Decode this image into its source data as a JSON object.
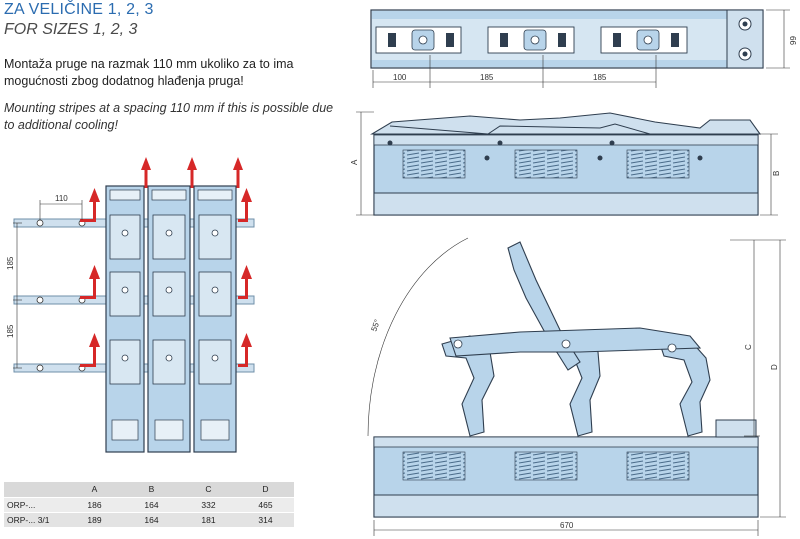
{
  "header": {
    "title_local": "ZA VELIČINE 1, 2, 3",
    "title_en": "FOR SIZES 1, 2, 3"
  },
  "description": {
    "local": "Montaža pruge na razmak 110 mm ukoliko za to ima mogućnosti zbog dodatnog hlađenja pruga!",
    "en": "Mounting stripes at a spacing 110 mm if this is possible due to additional cooling!"
  },
  "left_drawing": {
    "spacing_label": "110",
    "vertical_labels": [
      "185",
      "185"
    ]
  },
  "top_view": {
    "dims": [
      "100",
      "185",
      "185"
    ],
    "height_label": "99"
  },
  "side_view": {
    "labels": [
      "A",
      "B"
    ]
  },
  "open_view": {
    "angle_label": "55°",
    "labels": [
      "C",
      "D"
    ],
    "width_label": "670"
  },
  "table": {
    "headers": [
      "",
      "A",
      "B",
      "C",
      "D"
    ],
    "rows": [
      [
        "ORP-...",
        "186",
        "164",
        "332",
        "465"
      ],
      [
        "ORP-... 3/1",
        "189",
        "164",
        "181",
        "314"
      ]
    ]
  },
  "colors": {
    "accent_blue": "#2b6cb0",
    "body_blue": "#b8d4ea",
    "arrow_red": "#d62828",
    "table_header": "#d9d9d9"
  }
}
